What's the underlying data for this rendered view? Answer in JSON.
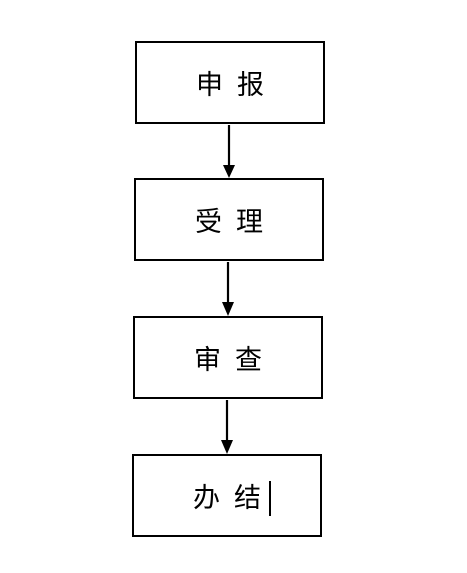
{
  "flowchart": {
    "steps": [
      {
        "label": "申报"
      },
      {
        "label": "受理"
      },
      {
        "label": "审查"
      },
      {
        "label": "办结"
      }
    ]
  },
  "colors": {
    "stroke": "#000000",
    "background": "#ffffff"
  }
}
